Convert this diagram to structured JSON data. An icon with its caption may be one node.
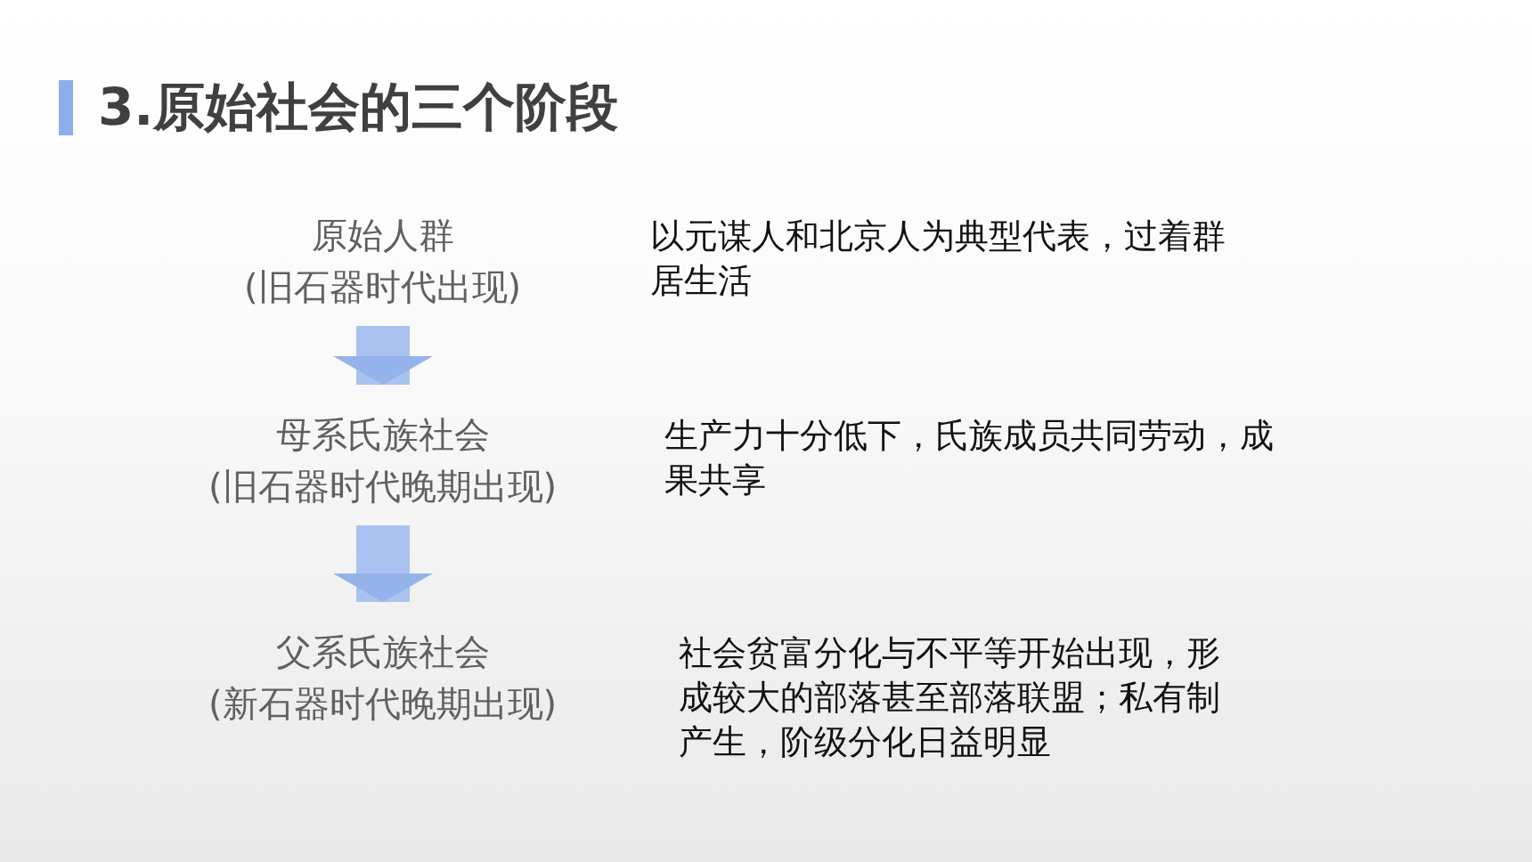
{
  "diagram": {
    "title": "3.原始社会的三个阶段",
    "nodes": [
      {
        "text": [
          "原始人群",
          "(旧石器时代出现)"
        ],
        "beside": [
          "以元谋人和北京人为典型代表，过着群居生活"
        ]
      },
      {
        "text": [
          "母系氏族社会",
          "(旧石器时代晚期出现)"
        ],
        "beside": [
          "生产力十分低下，氏族成员共同劳动，成果共享"
        ]
      },
      {
        "text": [
          "父系氏族社会",
          "(新石器时代晚期出现)"
        ],
        "beside": [
          "社会贫富分化与不平等开始出现，形成较大的部落甚至部落联盟；私有制产生，阶级分化日益明显"
        ]
      }
    ],
    "edges": [
      {
        "from": 0,
        "to": 1,
        "arrow": "to"
      },
      {
        "from": 1,
        "to": 2,
        "arrow": "to"
      }
    ]
  }
}
